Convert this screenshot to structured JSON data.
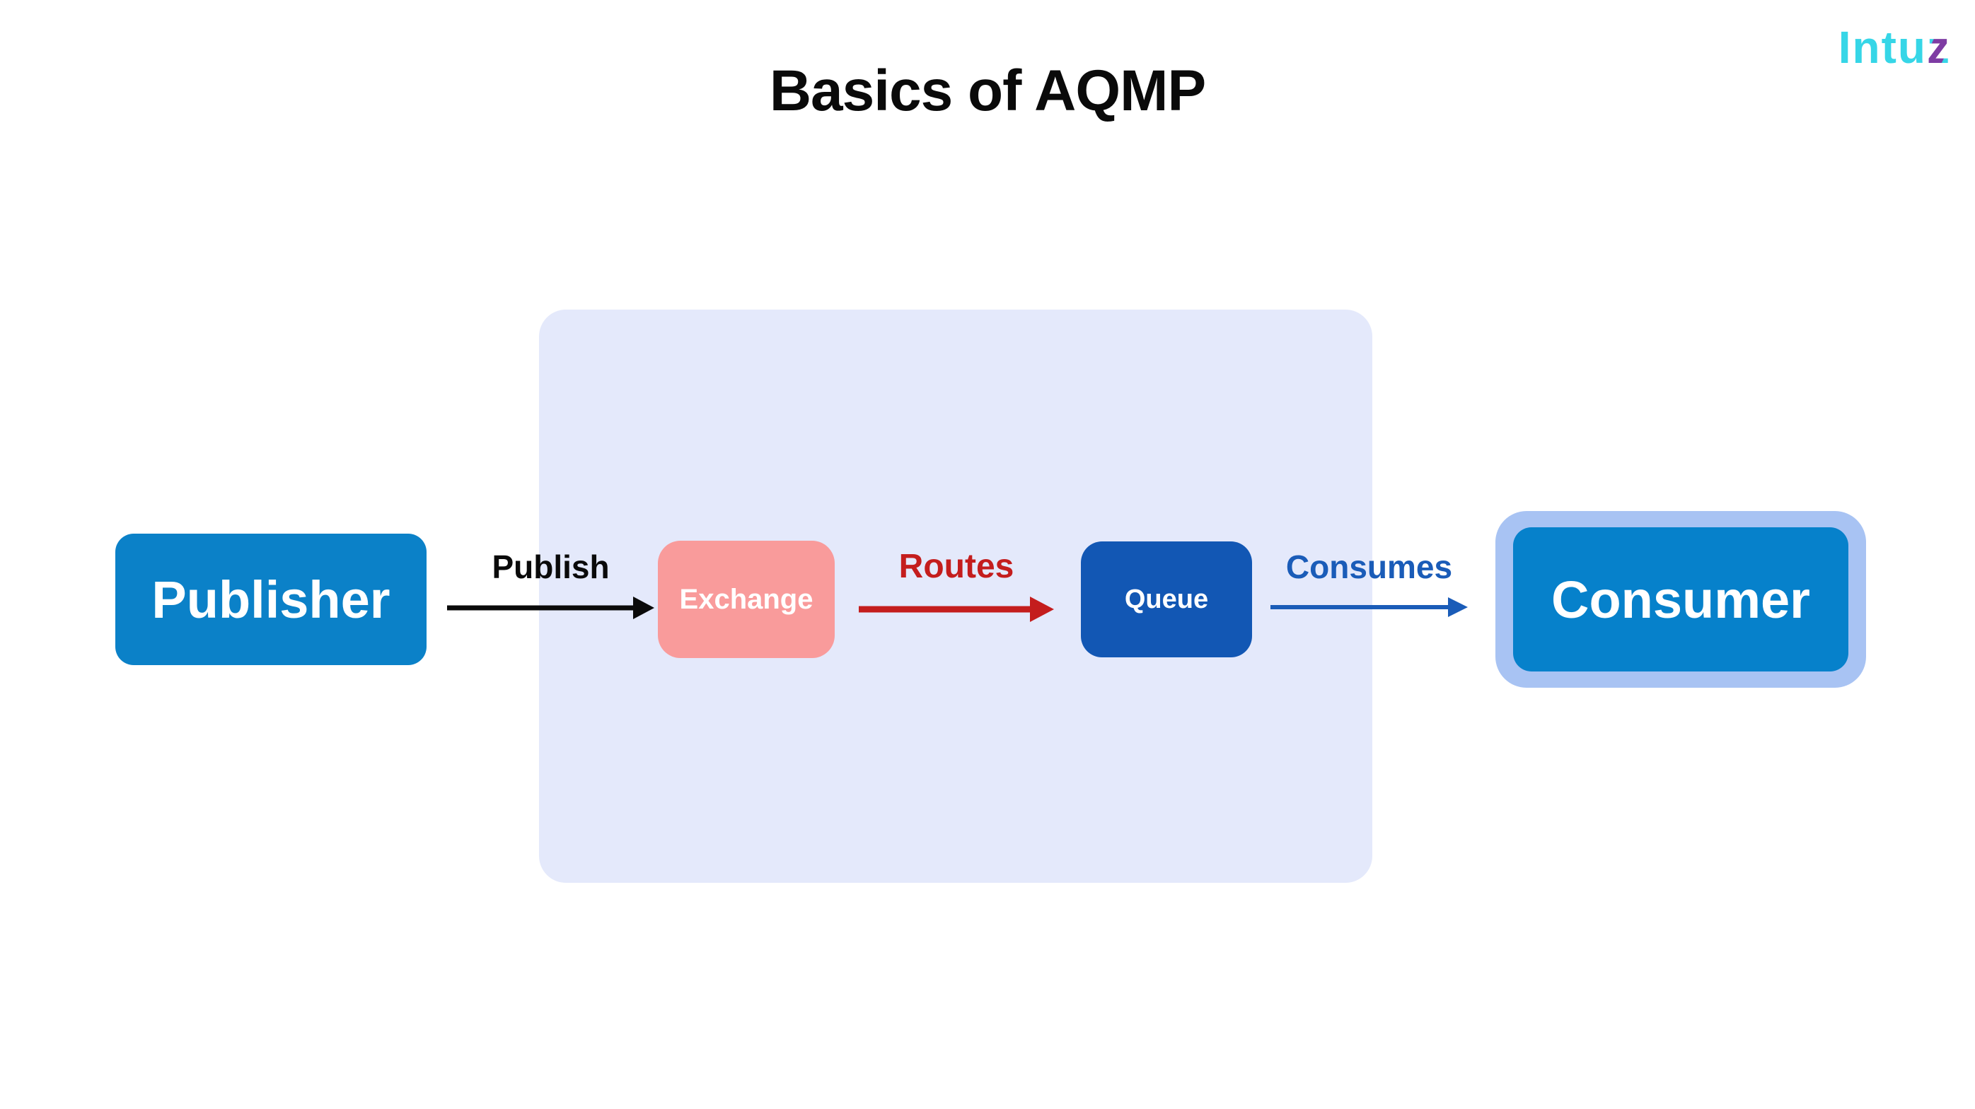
{
  "header": {
    "title": "Basics of AQMP"
  },
  "logo": {
    "text": "Intuz",
    "part_main": "Intu",
    "part_accent": "z",
    "primary_color": "#36d6e7",
    "accent_color": "#7e3ca3"
  },
  "panel": {
    "background": "#e4e9fb"
  },
  "nodes": {
    "publisher": {
      "label": "Publisher",
      "fill": "#0b81c8",
      "text_color": "#ffffff"
    },
    "exchange": {
      "label": "Exchange",
      "fill": "#f99b9b",
      "text_color": "#ffffff"
    },
    "queue": {
      "label": "Queue",
      "fill": "#1257b4",
      "text_color": "#ffffff"
    },
    "consumer": {
      "label": "Consumer",
      "fill": "#0681cb",
      "border_color": "#a8c3f3",
      "text_color": "#ffffff"
    }
  },
  "edges": {
    "publish": {
      "label": "Publish",
      "color": "#0a0a0a"
    },
    "routes": {
      "label": "Routes",
      "color": "#c41d1d"
    },
    "consumes": {
      "label": "Consumes",
      "color": "#1a5cb8"
    }
  },
  "canvas_background": "#ffffff"
}
